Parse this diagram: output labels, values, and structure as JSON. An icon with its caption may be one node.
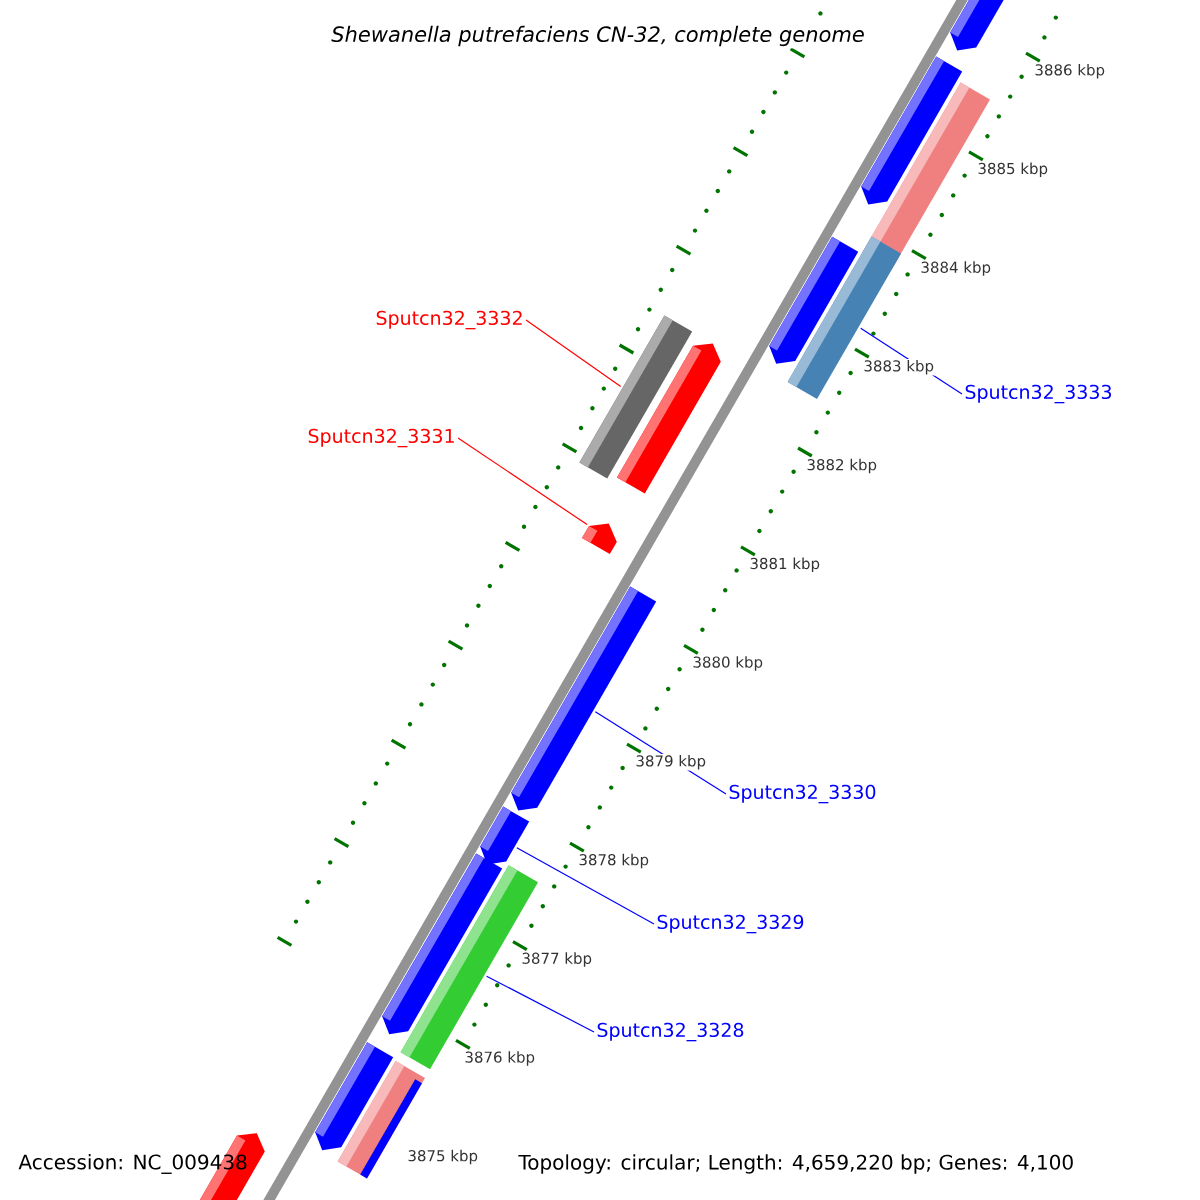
{
  "diagram": {
    "title": "Shewanella putrefaciens CN-32, complete genome",
    "nodes": [
      {
        "text": [
          "Sputcn32_3332"
        ]
      },
      {
        "text": [
          "Sputcn32_3333"
        ]
      },
      {
        "text": [
          "Sputcn32_3331"
        ]
      },
      {
        "text": [
          "Sputcn32_3330"
        ]
      },
      {
        "text": [
          "Sputcn32_3329"
        ]
      },
      {
        "text": [
          "Sputcn32_3328"
        ]
      },
      {
        "text": [],
        "shape": "bar"
      },
      {
        "text": [],
        "shape": "bar"
      },
      {
        "text": [],
        "shape": "bar"
      },
      {
        "text": [],
        "shape": "bar"
      },
      {
        "text": [],
        "shape": "bar"
      },
      {
        "text": [],
        "shape": "bar"
      },
      {
        "text": [],
        "shape": "bar"
      },
      {
        "text": [],
        "shape": "bar"
      },
      {
        "text": [],
        "shape": "bar"
      },
      {
        "text": [],
        "shape": "bar"
      },
      {
        "text": [],
        "shape": "bar"
      },
      {
        "text": [],
        "shape": "bar"
      },
      {
        "text": [],
        "shape": "bar"
      },
      {
        "text": [],
        "shape": "bar"
      },
      {
        "text": [],
        "shape": "bar"
      }
    ],
    "edges": [
      {
        "from": 0,
        "to": 11,
        "arrow": "none",
        "color": "#ff0000"
      },
      {
        "from": 1,
        "to": 10,
        "arrow": "none"
      },
      {
        "from": 2,
        "to": 13,
        "arrow": "none",
        "color": "#ff0000"
      },
      {
        "from": 3,
        "to": 14,
        "arrow": "none"
      },
      {
        "from": 4,
        "to": 15,
        "arrow": "none"
      },
      {
        "from": 5,
        "to": 17,
        "arrow": "none"
      }
    ],
    "labels": [
      "3886 kbp",
      "3885 kbp",
      "3884 kbp",
      "3883 kbp",
      "3882 kbp",
      "3881 kbp",
      "3880 kbp",
      "3879 kbp",
      "3878 kbp",
      "3877 kbp",
      "3876 kbp",
      "3875 kbp",
      "Accession: NC_009438",
      "Topology: circular; Length: 4,659,220 bp; Genes: 4,100"
    ]
  }
}
